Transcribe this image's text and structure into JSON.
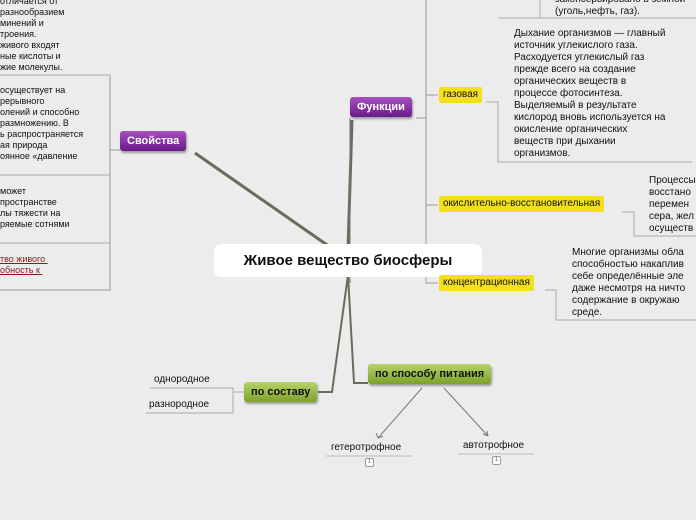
{
  "root": {
    "title": "Живое вещество биосферы"
  },
  "nodes": {
    "properties": "Свойства",
    "functions": "Функции",
    "composition": "по составу",
    "nutrition": "по способу питания"
  },
  "tags": {
    "gas": "газовая",
    "redox": "окислительно-восстановительная",
    "concentration": "концентрационная"
  },
  "leaves": {
    "homogeneous": "однородное",
    "heterogeneous": "разнородное",
    "heterotrophic": "гетеротрофное",
    "autotrophic": "автотрофное"
  },
  "texts": {
    "top_right": "законсервировано в земной\n(уголь,нефть, газ).",
    "gas_desc": "Дыхание организмов — главный\nисточник углекислого газа.\nРасходуется углекислый газ\nпрежде всего на создание\nорганических веществ в\nпроцессе фотосинтеза.\nВыделяемый в результате\nкислород вновь используется на\nокисление органических\nвеществ при дыхании\nорганизмов.",
    "redox_desc": "Процессы\nвосстано\nперемен\nсера, жел\nосуществ",
    "concentration_desc": "Многие организмы обла\nспособностью накаплив\nсебе определённые эле\nдаже несмотря на ничто\nсодержание в окружаю\nсреде.",
    "left_1": "отличается от\nразнообразием\nминений и\nтроения.\nживого входят\nные кислоты и\nжие молекулы.",
    "left_2": "осуществует на\nрерывного\nолений и способно\nразмножению. В\nь распространяется\nая природа\nоянное «давление",
    "left_3": "может\nпространстве\nлы тяжести на\nряемые сотнями",
    "left_link": "тво живого \nобность к "
  },
  "colors": {
    "purple": "#6a1b87",
    "green": "#7ea12b",
    "tag_yellow": "#f3e01a",
    "link": "#8b1a1a",
    "branch": "#6b6b5a"
  }
}
